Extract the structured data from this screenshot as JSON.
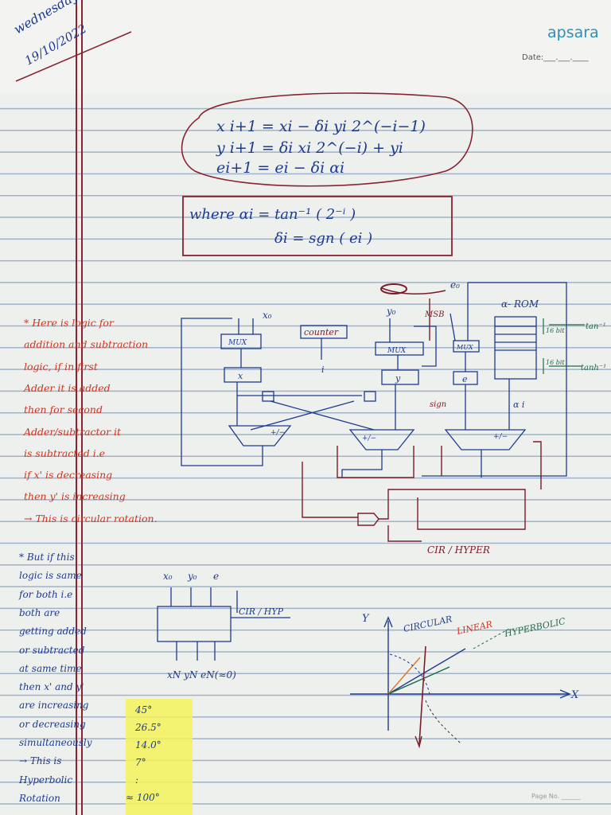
{
  "header": {
    "day": "wednesday",
    "date": "19/10/2022",
    "brand": "apsara",
    "date_label": "Date:___.___.____",
    "page_no_label": "Page No. ______"
  },
  "equations": {
    "line1": "x i+1  =  xi − δi yi 2^(−i−1)",
    "line2": "y i+1  =  δi xi 2^(−i)  +  yi",
    "line3": "ei+1  =  ei − δi αi"
  },
  "where_box": {
    "line1": "where   αi = tan⁻¹ ( 2⁻ⁱ )",
    "line2": "δi = sgn ( ei )"
  },
  "note1": [
    "* Here is logic for",
    "addition and subtraction",
    "logic, if in first",
    "Adder it is added",
    "then for second",
    "Adder/subtractor it",
    "is subtracted i.e",
    "if x' is decreasing",
    "then y' is increasing",
    "→ This is circular rotation."
  ],
  "note2": [
    "* But if this",
    "logic is same",
    "for both i.e",
    "both are",
    "getting added",
    "or subtracted",
    "at same time",
    "then x' and y'",
    "are increasing",
    "or decreasing",
    "simultaneously",
    "→ This is",
    "Hyperbolic",
    "Rotation"
  ],
  "angles": [
    "45°",
    "26.5°",
    "14.0°",
    "7°",
    ":",
    "≈ 100°"
  ],
  "diagram": {
    "x0": "x₀",
    "y0": "y₀",
    "e0": "e₀",
    "mux": "MUX",
    "counter": "counter",
    "counter_val": "i",
    "shift_x": "x",
    "shift_y": "y",
    "e_reg": "e",
    "msb": "MSB",
    "sign": "sign",
    "alpha_rom": "α- ROM",
    "alpha_i": "α i",
    "bits16_a": "16 bit",
    "bits16_b": "16 bit",
    "tan_a": "tan⁻¹",
    "tan_b": "tanh⁻¹",
    "cir_hyp": "CIR / HYPER",
    "addsub": "+/−"
  },
  "block": {
    "in_x": "x₀",
    "in_y": "y₀",
    "in_e": "e",
    "out": "xN  yN  eN(≈0)",
    "mode": "CIR / HYP"
  },
  "graph": {
    "y_axis": "Y",
    "x_axis": "X",
    "circular": "CIRCULAR",
    "linear": "LINEAR",
    "hyperbolic": "HYPERBOLIC"
  }
}
